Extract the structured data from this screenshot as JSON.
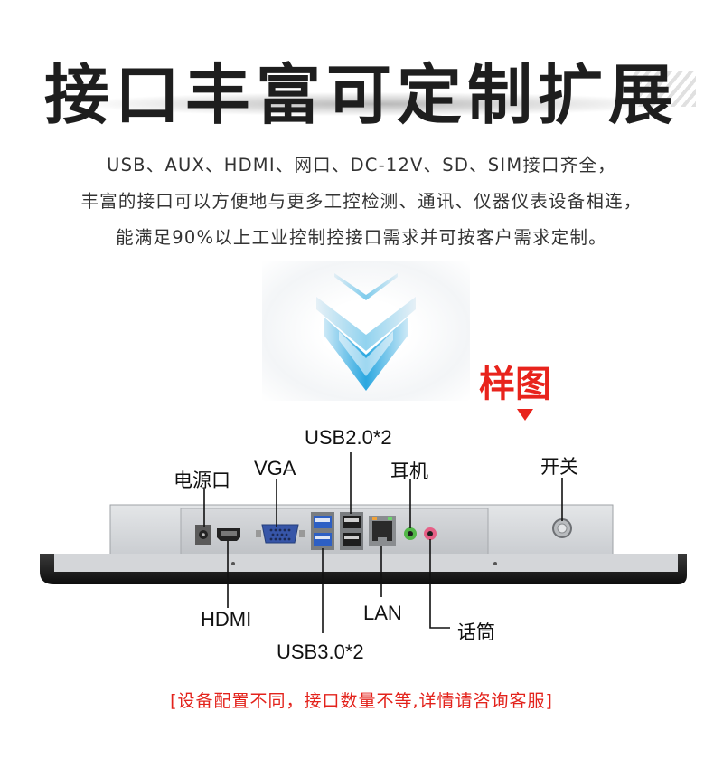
{
  "title": "接口丰富可定制扩展",
  "description": {
    "line1": "USB、AUX、HDMI、网口、DC-12V、SD、SIM接口齐全，",
    "line2": "丰富的接口可以方便地与更多工控检测、通讯、仪器仪表设备相连，",
    "line3": "能满足90%以上工业控制控接口需求并可按客户需求定制。"
  },
  "sample_label": "样图",
  "ports": {
    "power": "电源口",
    "vga": "VGA",
    "usb2": "USB2.0*2",
    "earphone": "耳机",
    "switch": "开关",
    "hdmi": "HDMI",
    "lan": "LAN",
    "mic": "话筒",
    "usb3": "USB3.0*2"
  },
  "footer_note": "[设备配置不同，接口数量不等,详情请咨询客服]",
  "colors": {
    "accent_red": "#e8231c",
    "chevron_blue": "#2aa7e0",
    "panel_gray": "#d6d9dc",
    "bezel_black": "#1a1a1a"
  }
}
